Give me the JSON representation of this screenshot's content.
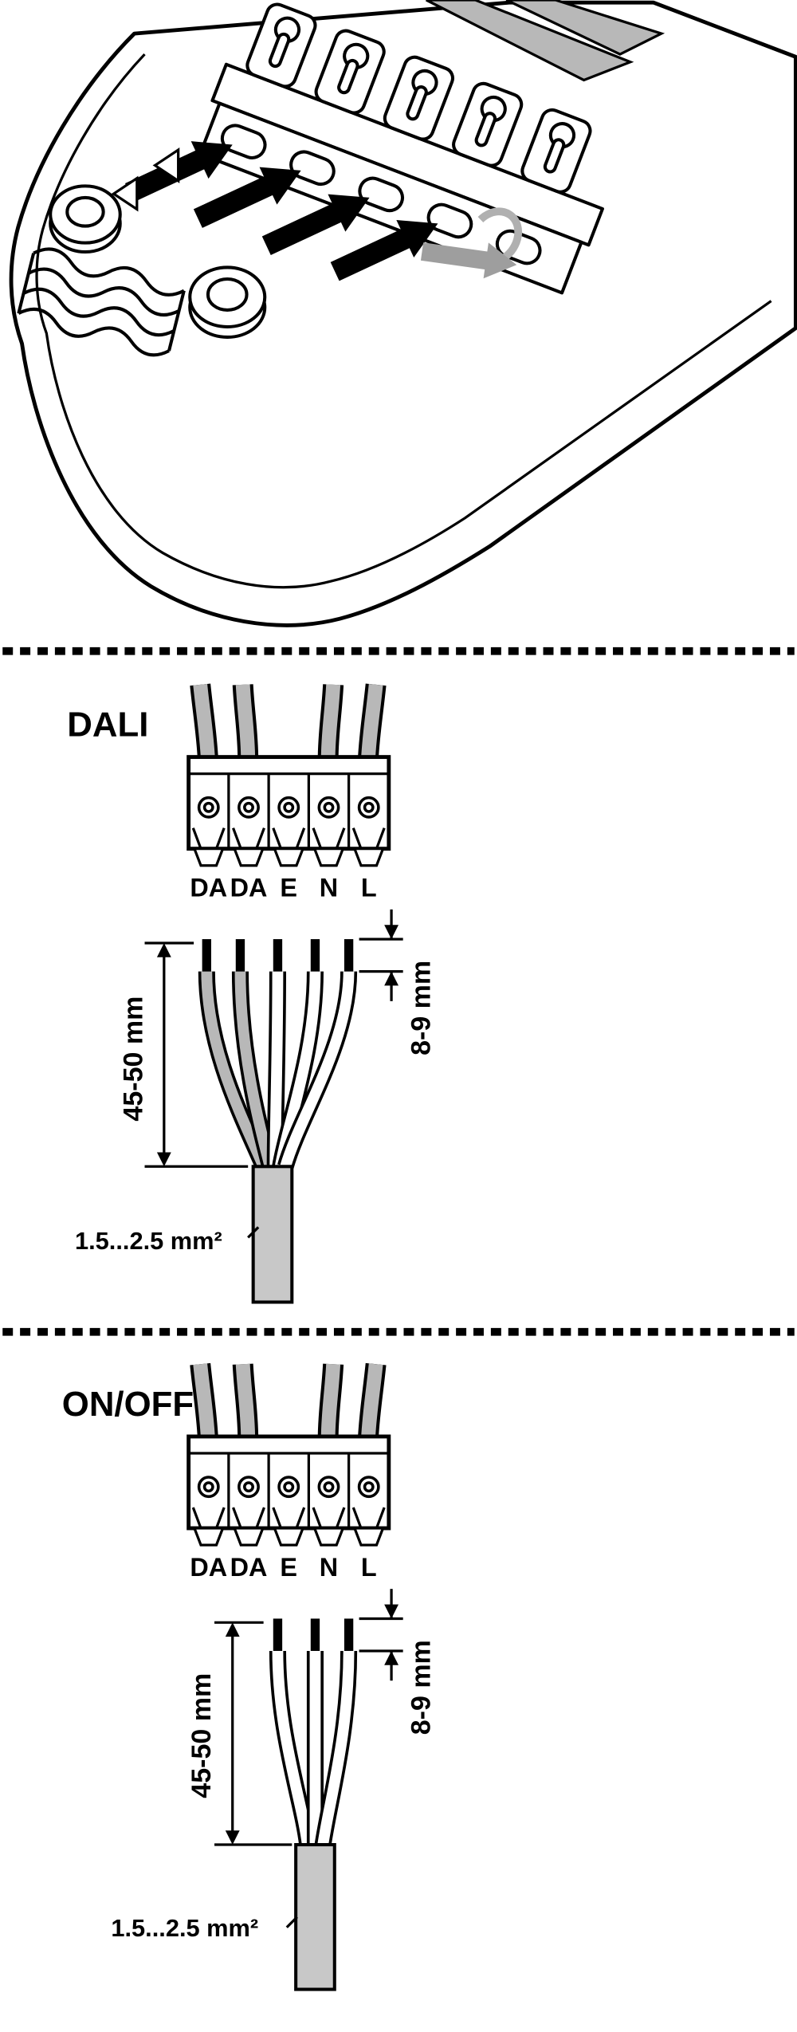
{
  "colors": {
    "background": "#ffffff",
    "line": "#000000",
    "wire_gray": "#b8b8b8",
    "cable_gray": "#c8c8c8",
    "slide_arrow": "#9e9e9e"
  },
  "dali": {
    "title": "DALI",
    "terminals": [
      "DA",
      "DA",
      "E",
      "N",
      "L"
    ],
    "tip_strip_length": "8-9 mm",
    "sheath_strip_length": "45-50 mm",
    "conductor_cross_section": "1.5...2.5 mm²"
  },
  "onoff": {
    "title": "ON/OFF",
    "terminals": [
      "DA",
      "DA",
      "E",
      "N",
      "L"
    ],
    "tip_strip_length": "8-9 mm",
    "sheath_strip_length": "45-50 mm",
    "conductor_cross_section": "1.5...2.5 mm²"
  }
}
